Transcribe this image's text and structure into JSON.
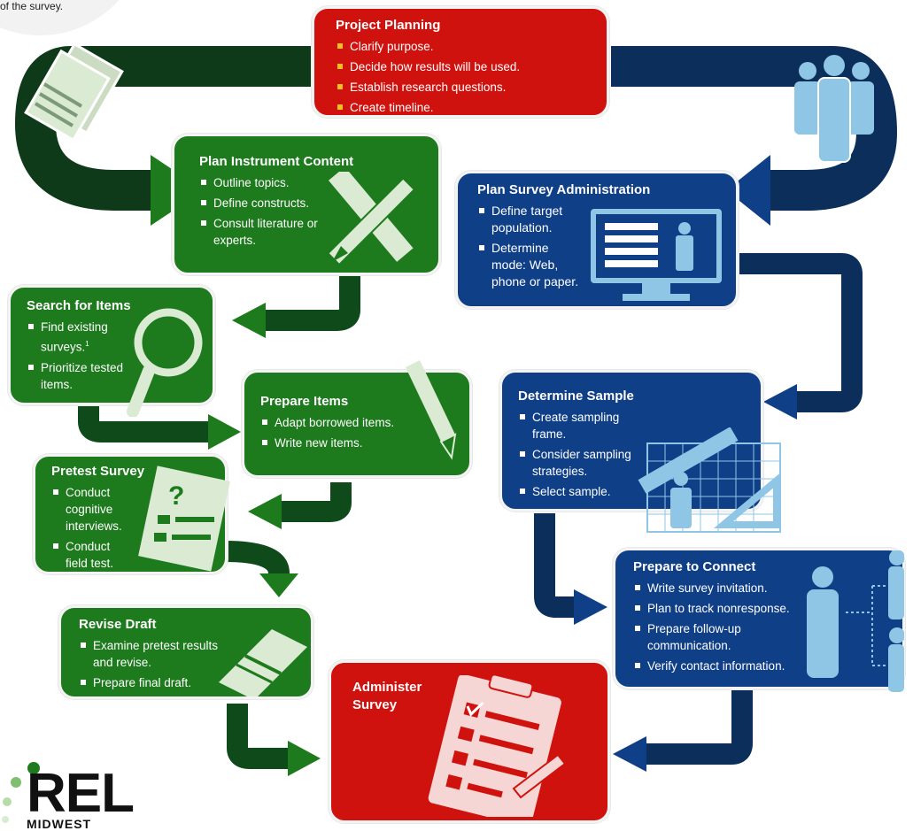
{
  "corner_note": "of the survey.",
  "project_planning": {
    "title": "Project Planning",
    "items": [
      "Clarify purpose.",
      "Decide how results will be used.",
      "Establish research questions.",
      "Create timeline."
    ]
  },
  "plan_instrument": {
    "title": "Plan Instrument Content",
    "items": [
      "Outline topics.",
      "Define constructs.",
      "Consult literature or experts."
    ]
  },
  "plan_admin": {
    "title": "Plan Survey Administration",
    "items": [
      "Define target population.",
      "Determine mode: Web, phone or paper."
    ]
  },
  "search_items": {
    "title": "Search for Items",
    "items": [
      "Find existing surveys.",
      "Prioritize tested items."
    ],
    "footnote": "1"
  },
  "prepare_items": {
    "title": "Prepare Items",
    "items": [
      "Adapt borrowed items.",
      "Write new items."
    ]
  },
  "determine_sample": {
    "title": "Determine Sample",
    "items": [
      "Create sampling frame.",
      "Consider sampling strategies.",
      "Select sample."
    ]
  },
  "pretest": {
    "title": "Pretest Survey",
    "items": [
      "Conduct cognitive interviews.",
      "Conduct field test."
    ]
  },
  "prepare_connect": {
    "title": "Prepare to Connect",
    "items": [
      "Write survey invitation.",
      "Plan to track nonresponse.",
      "Prepare follow-up communication.",
      "Verify contact information."
    ]
  },
  "revise": {
    "title": "Revise Draft",
    "items": [
      "Examine pretest results and revise.",
      "Prepare final draft."
    ]
  },
  "administer": {
    "title": "Administer Survey"
  },
  "logo": {
    "name": "REL",
    "sub": "MIDWEST"
  },
  "colors": {
    "red": "#d0120e",
    "green": "#1d7a1d",
    "blue": "#0f3f86",
    "light_blue": "#8fc6e6",
    "pale_green": "#dbead2",
    "yellow_bullet": "#f6c21a"
  }
}
